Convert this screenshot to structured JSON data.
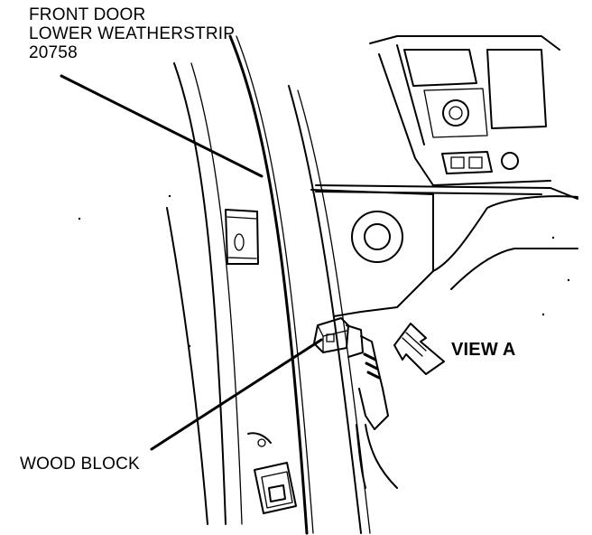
{
  "callouts": {
    "door_weatherstrip": {
      "line1": "FRONT DOOR",
      "line2": "LOWER WEATHERSTRIP",
      "line3": "20758"
    },
    "view_a": "VIEW A",
    "wood_block": "WOOD BLOCK"
  },
  "colors": {
    "ink": "#000000",
    "paper": "#ffffff"
  }
}
